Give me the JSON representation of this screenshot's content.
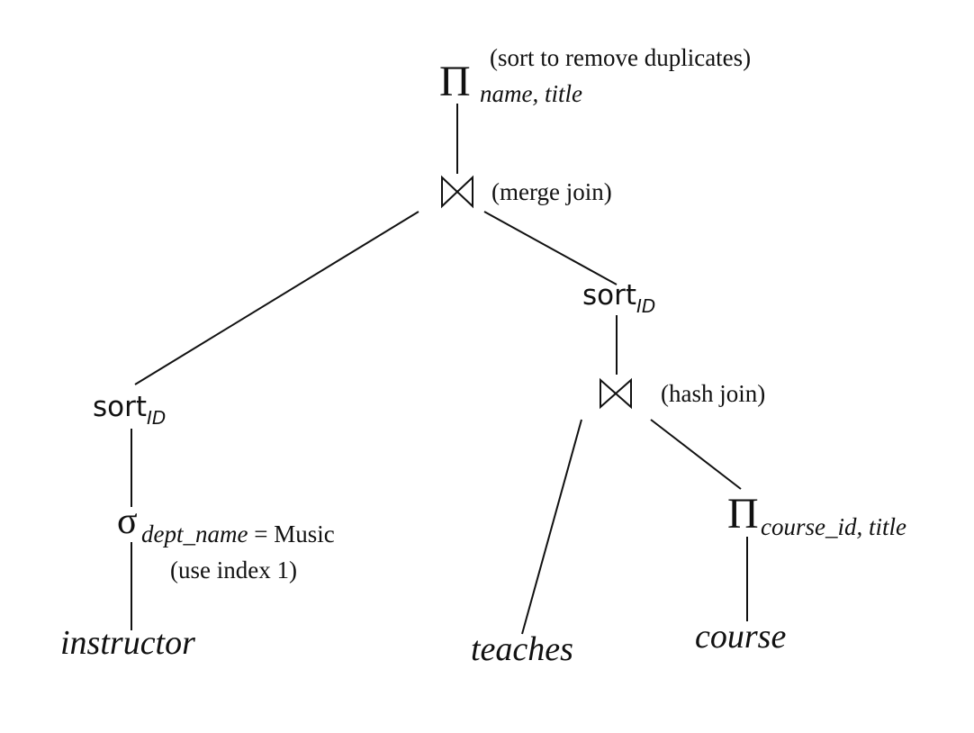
{
  "root": {
    "symbol": "Π",
    "subscript": "name, title",
    "note": "(sort to remove duplicates)"
  },
  "merge_join": {
    "symbol": "⋈",
    "note": "(merge join)"
  },
  "left_sort": {
    "word": "sort",
    "subscript": "ID"
  },
  "right_sort": {
    "word": "sort",
    "subscript": "ID"
  },
  "hash_join": {
    "symbol": "⋈",
    "note": "(hash join)"
  },
  "selection": {
    "symbol": "σ",
    "subscript": "dept_name",
    "condition": " = Music",
    "note": "(use index 1)"
  },
  "projection_course": {
    "symbol": "Π",
    "subscript": "course_id, title"
  },
  "leaves": {
    "instructor": "instructor",
    "teaches": "teaches",
    "course": "course"
  }
}
